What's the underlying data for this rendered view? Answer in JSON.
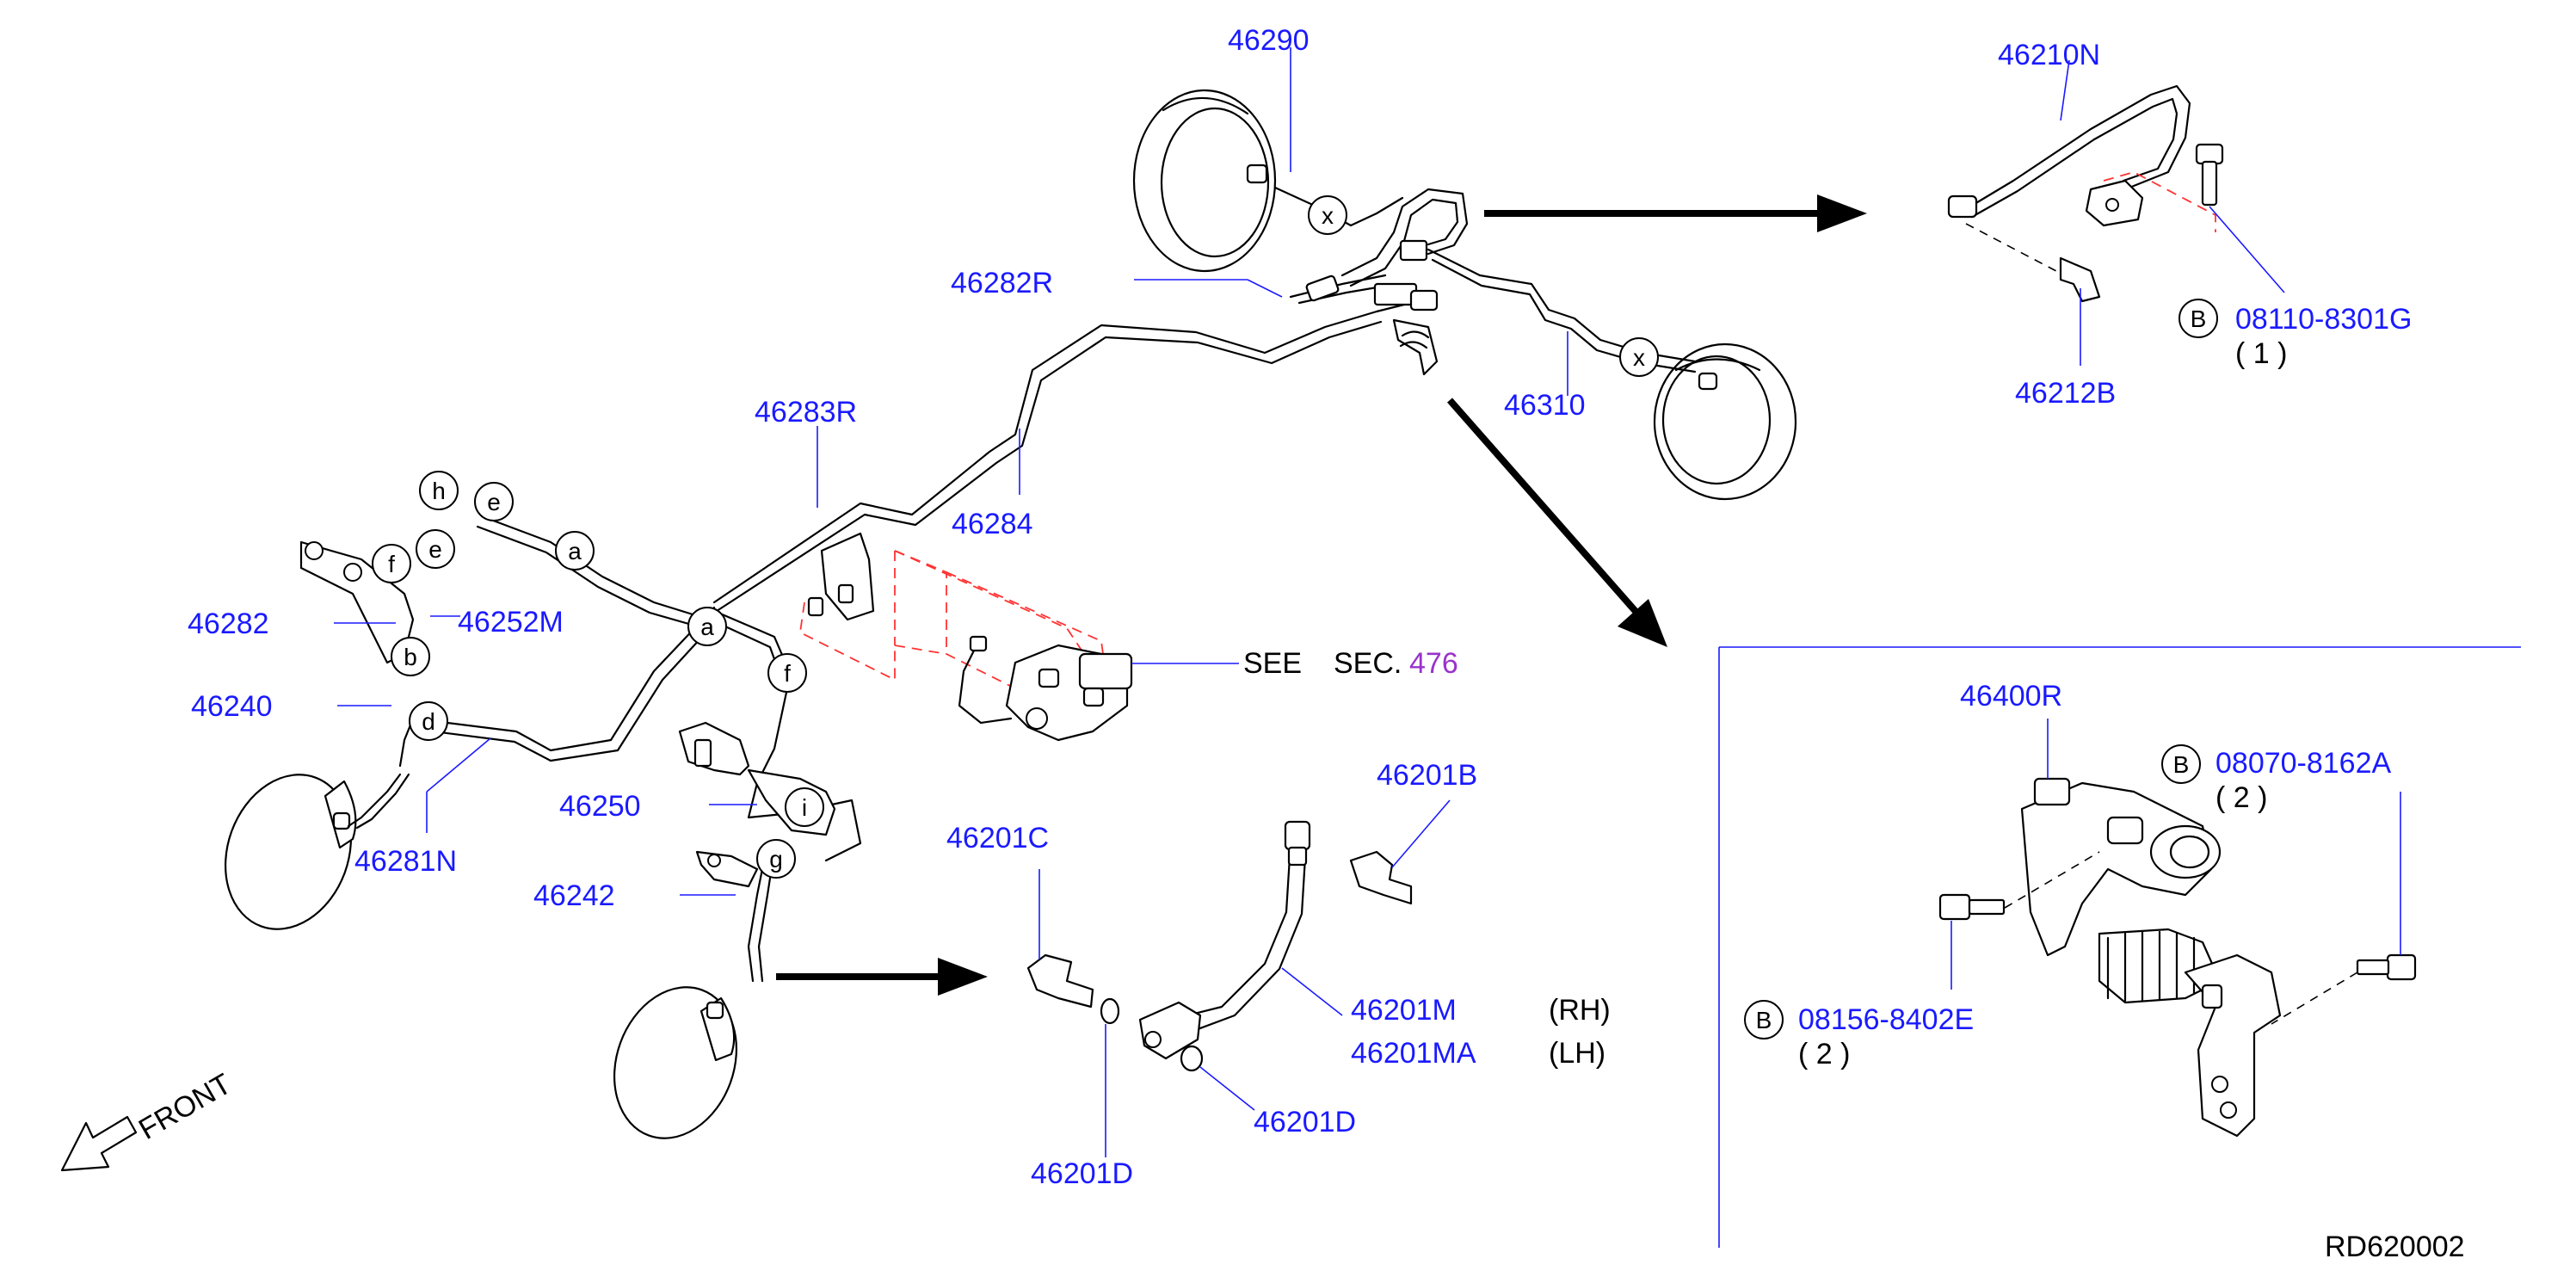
{
  "part_numbers": {
    "p46290": "46290",
    "p46282R": "46282R",
    "p46283R": "46283R",
    "p46284": "46284",
    "p46310": "46310",
    "p46210N": "46210N",
    "p46212B": "46212B",
    "p08110": "08110-8301G",
    "p08110_qty": "( 1 )",
    "p46282": "46282",
    "p46252M": "46252M",
    "p46240": "46240",
    "p46281N": "46281N",
    "p46250": "46250",
    "p46242": "46242",
    "p46201C": "46201C",
    "p46201B": "46201B",
    "p46201M": "46201M",
    "p46201MA": "46201MA",
    "p46201D_a": "46201D",
    "p46201D_b": "46201D",
    "p46400R": "46400R",
    "p08070": "08070-8162A",
    "p08070_qty": "( 2 )",
    "p08156": "08156-8402E",
    "p08156_qty": "( 2 )"
  },
  "text": {
    "see": "SEE",
    "sec_prefix": "SEC.",
    "sec_num": "476",
    "rh": "(RH)",
    "lh": "(LH)",
    "front": "FRONT",
    "diagram_code": "RD620002",
    "bolt_marker": "B"
  },
  "joint_letters": {
    "x1": "x",
    "x2": "x",
    "a1": "a",
    "a2": "a",
    "b": "b",
    "d": "d",
    "e1": "e",
    "e2": "e",
    "f1": "f",
    "f2": "f",
    "g": "g",
    "h": "h",
    "i": "i"
  },
  "colors": {
    "part_number": "#1a1aff",
    "line": "#000000",
    "dashed_guide": "#ff3333",
    "section_link": "#9933cc"
  }
}
